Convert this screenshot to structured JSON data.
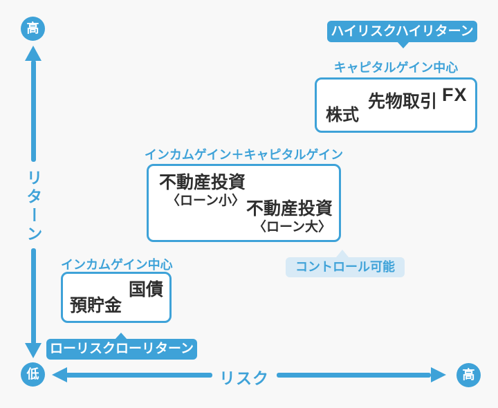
{
  "colors": {
    "blue": "#3EA2D8",
    "light_blue": "#D8EAF6",
    "dark": "#2E2E2E",
    "bg": "#F8F8F8",
    "box_bg": "#FFFFFF"
  },
  "y_axis": {
    "label": "リターン",
    "high": "高",
    "low": "低"
  },
  "x_axis": {
    "label": "リスク",
    "low": "低",
    "high": "高"
  },
  "callouts": {
    "high_risk_high_return": "ハイリスクハイリターン",
    "low_risk_low_return": "ローリスクローリターン",
    "controllable": "コントロール可能"
  },
  "groups": {
    "capital_gain": {
      "heading": "キャピタルゲイン中心",
      "items": {
        "stocks": "株式",
        "futures": "先物取引",
        "fx": "FX"
      }
    },
    "income_capital": {
      "heading": "インカムゲイン＋キャピタルゲイン",
      "items": {
        "re_small": {
          "name": "不動産投資",
          "sub": "〈ローン小〉"
        },
        "re_large": {
          "name": "不動産投資",
          "sub": "〈ローン大〉"
        }
      }
    },
    "income": {
      "heading": "インカムゲイン中心",
      "items": {
        "gov_bonds": "国債",
        "savings": "預貯金"
      }
    }
  }
}
